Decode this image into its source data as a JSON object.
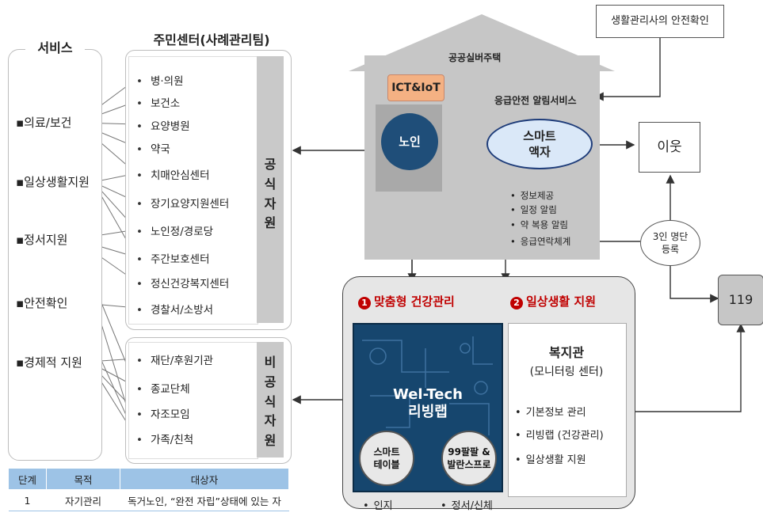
{
  "services": {
    "title": "서비스",
    "items": [
      "▪의료/보건",
      "▪일상생활지원",
      "▪정서지원",
      "▪안전확인",
      "▪경제적 지원"
    ]
  },
  "center": {
    "title": "주민센터(사례관리팀)",
    "formal_label": "공식 자원",
    "formal_items": [
      "병·의원",
      "보건소",
      "요양병원",
      "약국",
      "치매안심센터",
      "장기요양지원센터",
      "노인정/경로당",
      "주간보호센터",
      "정신건강복지센터",
      "경찰서/소방서"
    ],
    "informal_label": "비공식 자원",
    "informal_items": [
      "재단/후원기관",
      "종교단체",
      "자조모임",
      "가족/친척"
    ]
  },
  "house": {
    "title": "공공실버주택",
    "ict": "ICT&IoT",
    "elder": "노인",
    "alert_service": "응급안전 알림서비스",
    "speaker_line1": "스마트",
    "speaker_line2": "액자",
    "info_items": [
      "정보제공",
      "일정 알림",
      "약 복용 알림",
      "응급연락체계"
    ]
  },
  "safety_check": "생활관리사의 안전확인",
  "neighbor": "이웃",
  "register_line1": "3인 명단",
  "register_line2": "등록",
  "emergency": "119",
  "programs": {
    "health": {
      "num": "1",
      "title": "맞춤형 건강관리"
    },
    "daily": {
      "num": "2",
      "title": "일상생활 지원"
    },
    "weltech_line1": "Wel-Tech",
    "weltech_line2": "리빙랩",
    "smart_table_line1": "스마트",
    "smart_table_line2": "테이블",
    "balance_line1": "99팔팔 &",
    "balance_line2": "발란스프로",
    "welfare_title": "복지관",
    "welfare_subtitle": "(모니터링 센터)",
    "welfare_items": [
      "기본정보 관리",
      "리빙랩 (건강관리)",
      "일상생활 지원"
    ],
    "footer_items": [
      "인지",
      "정서/신체"
    ]
  },
  "table": {
    "headers": [
      "단계",
      "목적",
      "대상자"
    ],
    "rows": [
      [
        "1",
        "자기관리",
        "독거노인, “완전 자립”상태에 있는 자"
      ]
    ]
  },
  "colors": {
    "house_gray": "#c6c6c6",
    "ict_orange": "#f4b183",
    "elder_navy": "#1f4e79",
    "speaker_fill": "#dae8f8",
    "program_red": "#c00000",
    "weltech_blue": "#16466e",
    "table_header": "#9dc3e6"
  }
}
